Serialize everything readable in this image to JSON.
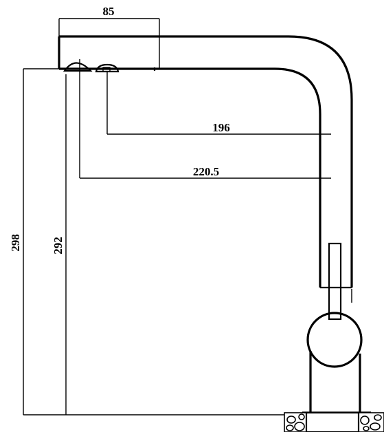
{
  "drawing": {
    "dimensions": {
      "spout_width": "85",
      "reach_inner": "196",
      "reach_outer": "220.5",
      "height_total": "298",
      "height_spout": "292"
    }
  }
}
